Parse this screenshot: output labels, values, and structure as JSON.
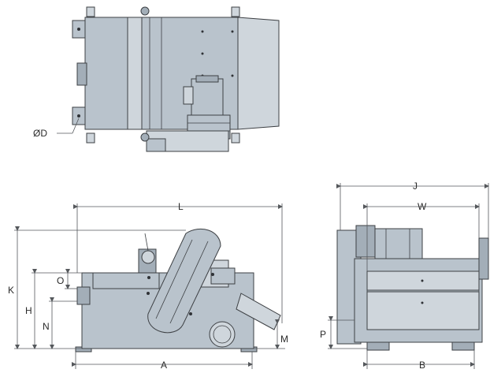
{
  "views": {
    "top": {
      "dims": {
        "d": "ØD"
      }
    },
    "side": {
      "dims": {
        "l": "L",
        "k": "K",
        "h": "H",
        "n": "N",
        "o": "O",
        "a": "A",
        "m": "M"
      }
    },
    "end": {
      "dims": {
        "j": "J",
        "w": "W",
        "p": "P",
        "b": "B"
      }
    }
  },
  "colors": {
    "body": "#b9c3cc",
    "body_dark": "#a3aeb8",
    "body_light": "#cfd6dc",
    "outline": "#3d4044",
    "dimension_line": "#55585c"
  }
}
